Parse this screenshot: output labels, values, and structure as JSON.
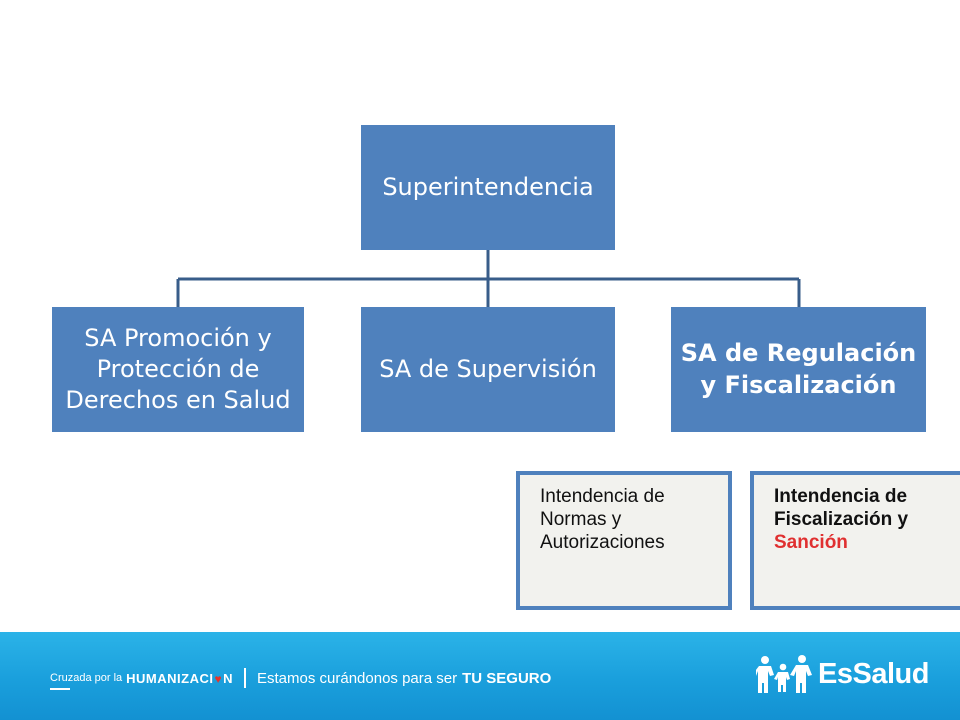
{
  "org_chart": {
    "root": "Superintendencia",
    "children": [
      "SA Promoción y Protección de Derechos en Salud",
      "SA de Supervisión",
      "SA de Regulación y Fiscalización"
    ],
    "sub_units": [
      {
        "label": "Intendencia de Normas y Autorizaciones"
      },
      {
        "label": "Intendencia de Fiscalización y",
        "accent": "Sanción"
      }
    ]
  },
  "footer": {
    "prefix": "Cruzada por la",
    "campaign_before_heart": "HUMANIZACI",
    "campaign_after_heart": "N",
    "message": "Estamos curándonos para ser",
    "message_strong": "TU SEGURO",
    "logo_text": "EsSalud"
  },
  "colors": {
    "box_fill": "#4f81bd",
    "connector": "#385d8a",
    "footer_blue": "#1a9fdc",
    "accent_red": "#e03030"
  }
}
